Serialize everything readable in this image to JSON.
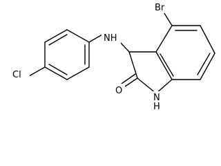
{
  "molecule": {
    "atoms": {
      "br": "Br",
      "nh_amine": "NH",
      "cl": "Cl",
      "o": "O",
      "nh_ring": "N",
      "h_ring": "H"
    }
  }
}
